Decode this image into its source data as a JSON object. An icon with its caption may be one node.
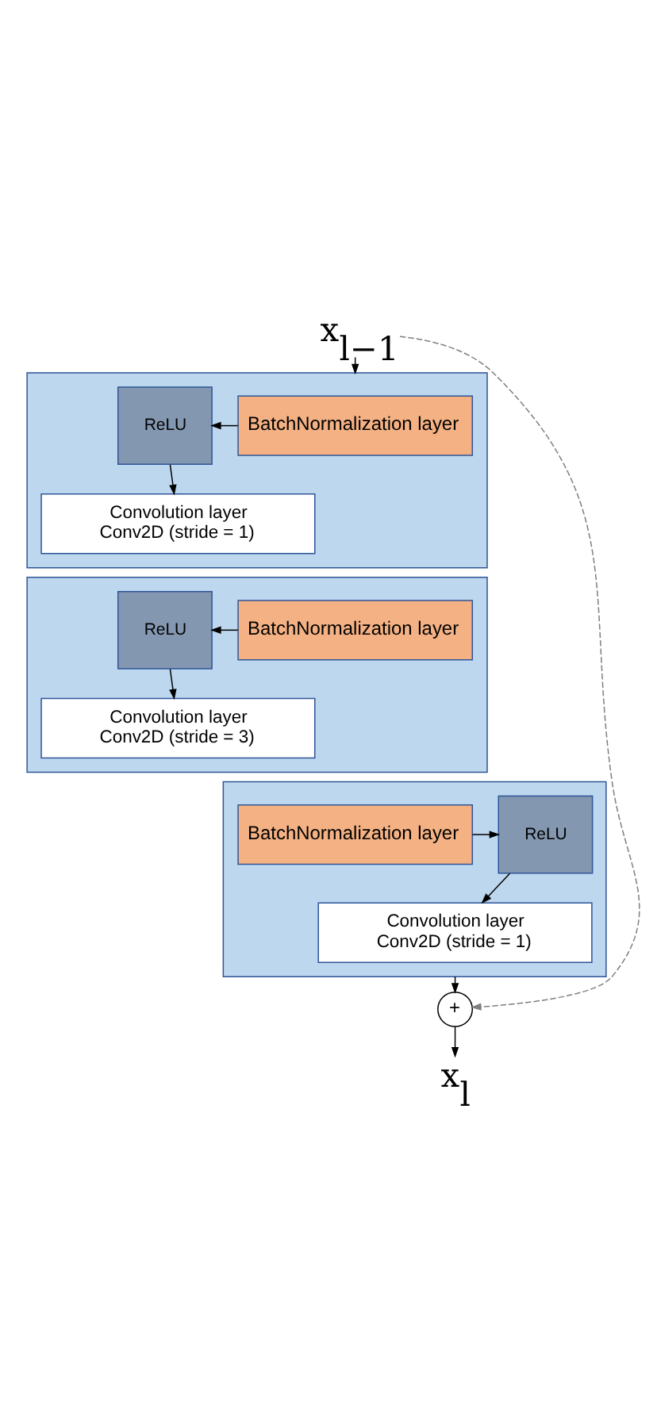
{
  "diagram": {
    "nodes": [
      {
        "text": [
          "x$_{l−1}$"
        ]
      },
      {
        "text": [],
        "shape": "box"
      },
      {
        "text": [
          "BatchNormalization layer"
        ],
        "in": 1
      },
      {
        "text": [
          "ReLU"
        ],
        "in": 1
      },
      {
        "text": [
          "Convolution layer",
          "Conv2D (stride = 1)"
        ],
        "in": 1
      },
      {
        "text": [],
        "shape": "box"
      },
      {
        "text": [
          "BatchNormalization layer"
        ],
        "in": 5
      },
      {
        "text": [
          "ReLU"
        ],
        "in": 5
      },
      {
        "text": [
          "Convolution layer",
          "Conv2D (stride = 3)"
        ],
        "in": 5
      },
      {
        "text": [],
        "shape": "box"
      },
      {
        "text": [
          "BatchNormalization layer"
        ],
        "in": 9
      },
      {
        "text": [
          "ReLU"
        ],
        "in": 9
      },
      {
        "text": [
          "Convolution layer",
          "Conv2D (stride = 1)"
        ],
        "in": 9
      },
      {
        "text": [
          "+"
        ]
      },
      {
        "text": [
          "x$_{l}$"
        ]
      }
    ],
    "edges": [
      {
        "from": 0,
        "to": 1,
        "arrow": "to"
      },
      {
        "from": 2,
        "to": 3,
        "arrow": "to"
      },
      {
        "from": 3,
        "to": 4,
        "arrow": "to"
      },
      {
        "from": 6,
        "to": 7,
        "arrow": "to"
      },
      {
        "from": 7,
        "to": 8,
        "arrow": "to"
      },
      {
        "from": 10,
        "to": 11,
        "arrow": "to"
      },
      {
        "from": 11,
        "to": 12,
        "arrow": "to"
      },
      {
        "from": 9,
        "to": 13,
        "arrow": "to"
      },
      {
        "from": 13,
        "to": 14,
        "arrow": "to"
      },
      {
        "from": 0,
        "to": 13,
        "arrow": "to",
        "style": "dashed",
        "color": "#7f7f7f"
      }
    ]
  }
}
